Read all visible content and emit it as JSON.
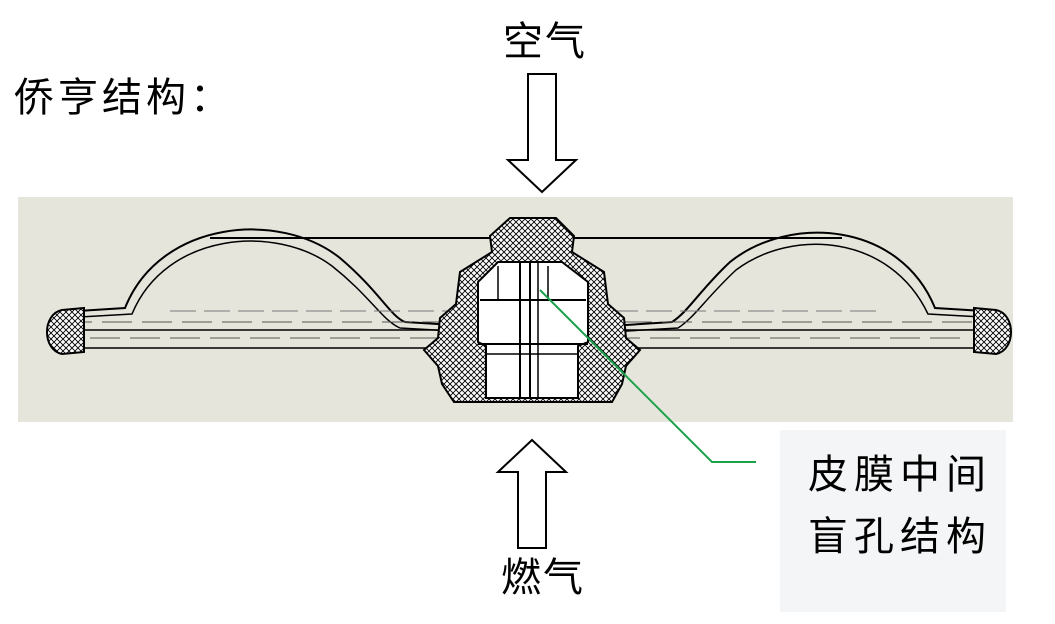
{
  "title": "侨亨结构：",
  "labels": {
    "air": "空气",
    "gas": "燃气"
  },
  "callout": {
    "line1": "皮膜中间",
    "line2": "盲孔结构"
  },
  "colors": {
    "panel_background": "#e6e5dc",
    "leader_line": "#1aa34a",
    "callout_background": "#f4f5f6"
  }
}
